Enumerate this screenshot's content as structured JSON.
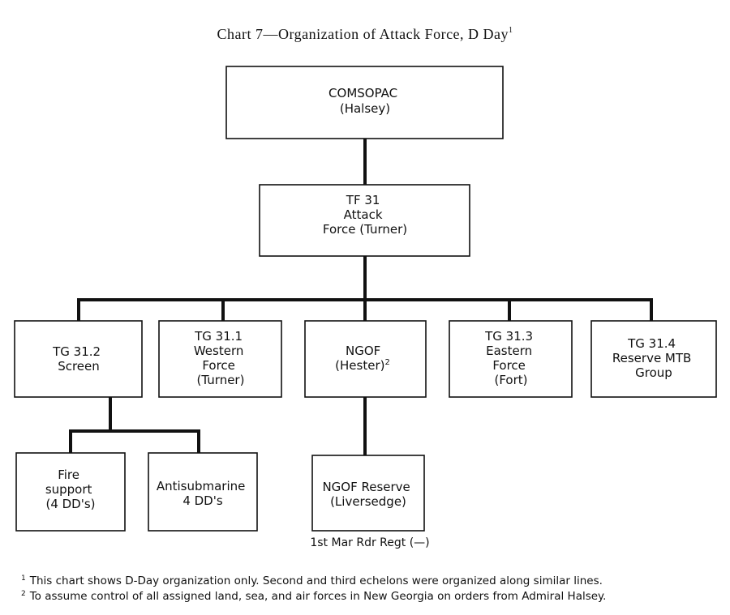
{
  "title": {
    "text": "Chart 7—Organization of Attack Force, D Day",
    "footnote_ref": "1"
  },
  "nodes": {
    "comsopac": {
      "lines": [
        "COMSOPAC",
        "(Halsey)"
      ]
    },
    "tf31": {
      "lines": [
        "TF 31",
        "Attack",
        "Force (Turner)"
      ]
    },
    "tg312": {
      "lines": [
        "TG 31.2",
        "Screen"
      ]
    },
    "tg311": {
      "lines": [
        "TG 31.1",
        "Western",
        "Force",
        "(Turner)"
      ]
    },
    "ngof": {
      "lines": [
        "NGOF",
        "(Hester)"
      ],
      "footnote_ref": "2"
    },
    "tg313": {
      "lines": [
        "TG 31.3",
        "Eastern",
        "Force",
        "(Fort)"
      ]
    },
    "tg314": {
      "lines": [
        "TG 31.4",
        "Reserve MTB",
        "Group"
      ]
    },
    "fire_support": {
      "lines": [
        "Fire",
        "support",
        "(4 DD's)"
      ]
    },
    "antisubmarine": {
      "lines": [
        "Antisubmarine",
        "4 DD's"
      ]
    },
    "ngof_reserve": {
      "lines": [
        "NGOF Reserve",
        "(Liversedge)"
      ]
    }
  },
  "annotations": {
    "ngof_reserve_note": "1st Mar Rdr Regt (—)"
  },
  "footnotes": [
    {
      "num": "1",
      "text": "This chart shows D-Day organization only.   Second and third echelons were organized along similar lines."
    },
    {
      "num": "2",
      "text": "To assume control of all assigned land, sea, and air forces in New Georgia on orders from Admiral Halsey."
    }
  ]
}
